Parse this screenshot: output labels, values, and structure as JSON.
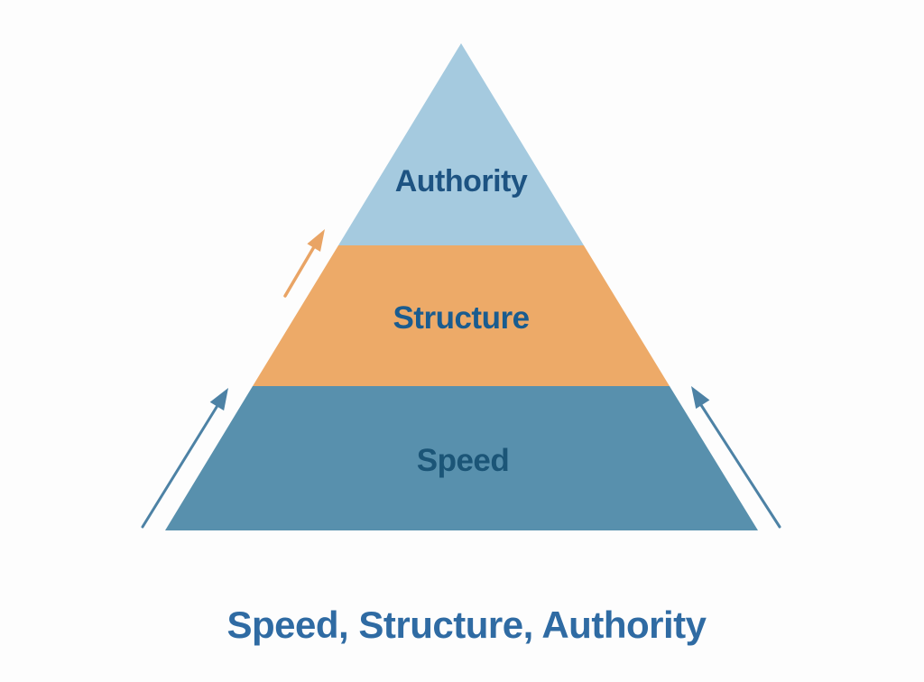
{
  "diagram": {
    "type": "pyramid",
    "tiers": [
      {
        "id": "authority",
        "label": "Authority",
        "fill": "#a5cadf",
        "label_color": "#1d5382"
      },
      {
        "id": "structure",
        "label": "Structure",
        "fill": "#edaa68",
        "label_color": "#1a5c8f"
      },
      {
        "id": "speed",
        "label": "Speed",
        "fill": "#5890ad",
        "label_color": "#1b5577"
      }
    ],
    "arrows": [
      {
        "id": "upper-left-orange-arrow",
        "color": "#e9a465",
        "direction": "up-along-left-slope"
      },
      {
        "id": "lower-left-blue-arrow",
        "color": "#4d82a5",
        "direction": "up-along-left-slope"
      },
      {
        "id": "lower-right-blue-arrow",
        "color": "#4d82a5",
        "direction": "up-along-right-slope"
      }
    ],
    "caption": {
      "text": "Speed, Structure, Authority",
      "color": "#2f6ba3"
    },
    "background": "#fdfdfd"
  }
}
